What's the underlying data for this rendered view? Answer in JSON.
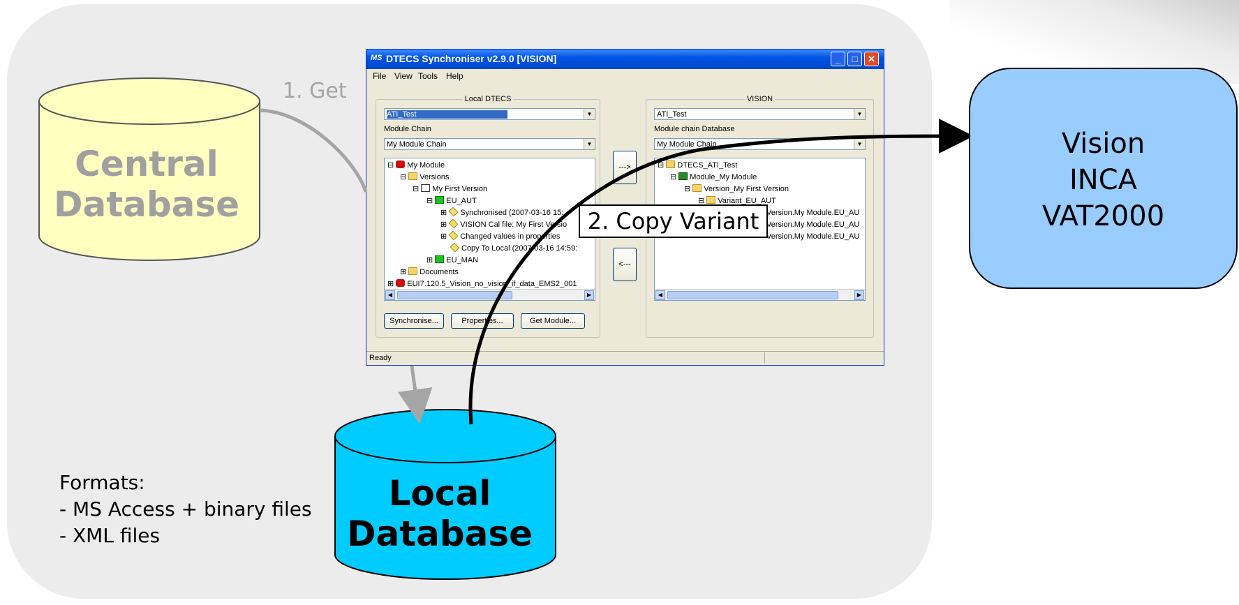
{
  "colors": {
    "panel_bg": "#ececec",
    "central_db_fill": "#ffffc0",
    "central_db_text": "#a0a0a0",
    "local_db_fill": "#00ccff",
    "vision_box_fill": "#99ccff",
    "get_arrow": "#a5a5a5",
    "copy_arrow": "#000000"
  },
  "central_db": {
    "line1": "Central",
    "line2": "Database"
  },
  "local_db": {
    "line1": "Local",
    "line2": "Database"
  },
  "get_label": "1. Get",
  "copy_label": "2. Copy Variant",
  "vision_box": {
    "line1": "Vision",
    "line2": "INCA",
    "line3": "VAT2000"
  },
  "formats": {
    "title": "Formats:",
    "item1": "- MS Access + binary files",
    "item2": "- XML files"
  },
  "window": {
    "icon_text": "MS",
    "title": "DTECS Synchroniser v2.9.0 [VISION]",
    "menu": [
      "File",
      "View",
      "Tools",
      "Help"
    ],
    "status": "Ready",
    "left": {
      "group_title": "Local DTECS",
      "project": "ATI_Test",
      "module_chain_label": "Module Chain",
      "module_chain": "My Module Chain",
      "tree": [
        {
          "text": "My Module",
          "icon": "red-cube"
        },
        {
          "text": "Versions",
          "icon": "folder"
        },
        {
          "text": "My First Version",
          "icon": "version"
        },
        {
          "text": "EU_AUT",
          "icon": "variant"
        },
        {
          "text": "Synchronised (2007-03-16 15:",
          "icon": "tag"
        },
        {
          "text": "VISION Cal file: My First Versio",
          "icon": "tag"
        },
        {
          "text": "Changed values in properties",
          "icon": "tag"
        },
        {
          "text": "Copy To Local (2007-03-16 14:59:",
          "icon": "tag"
        },
        {
          "text": "EU_MAN",
          "icon": "variant"
        },
        {
          "text": "Documents",
          "icon": "folder"
        },
        {
          "text": "EUI7.120.5_Vision_no_vision_if_data_EMS2_001",
          "icon": "red-cube"
        }
      ],
      "buttons": [
        "Synchronise...",
        "Properties...",
        "Get Module..."
      ]
    },
    "right": {
      "group_title": "VISION",
      "project": "ATI_Test",
      "module_chain_label": "Module chain Database",
      "module_chain": "My Module Chain",
      "tree": [
        {
          "text": "DTECS_ATI_Test",
          "icon": "folder"
        },
        {
          "text": "Module_My Module",
          "icon": "module"
        },
        {
          "text": "Version_My First Version",
          "icon": "folder"
        },
        {
          "text": "Variant_EU_AUT",
          "icon": "folder"
        },
        {
          "text": "Version.My Module.EU_AU",
          "icon": "tag"
        },
        {
          "text": "Version.My Module.EU_AU",
          "icon": "tag"
        },
        {
          "text": "Version.My Module.EU_AU",
          "icon": "tag"
        }
      ]
    },
    "transfer_right": "--->",
    "transfer_left": "<---"
  }
}
